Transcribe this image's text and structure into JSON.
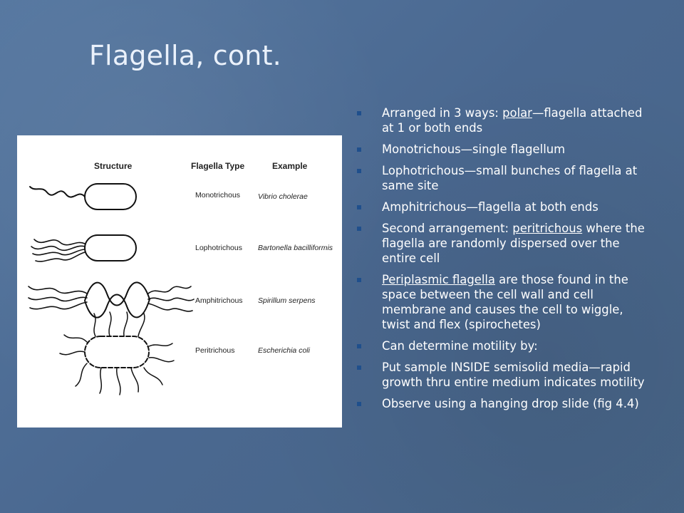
{
  "slide": {
    "title": "Flagella, cont."
  },
  "figure": {
    "headers": {
      "structure": "Structure",
      "type": "Flagella Type",
      "example": "Example"
    },
    "rows": [
      {
        "type": "Monotrichous",
        "example": "Vibrio cholerae"
      },
      {
        "type": "Lophotrichous",
        "example": "Bartonella bacilliformis"
      },
      {
        "type": "Amphitrichous",
        "example": "Spirillum serpens"
      },
      {
        "type": "Peritrichous",
        "example": "Escherichia coli"
      }
    ]
  },
  "bullets": [
    {
      "pre": "Arranged in 3 ways: ",
      "u": "polar",
      "post": "—flagella attached at 1 or both ends"
    },
    {
      "pre": "Monotrichous—single flagellum",
      "u": "",
      "post": ""
    },
    {
      "pre": "Lophotrichous—small bunches of flagella at same site",
      "u": "",
      "post": ""
    },
    {
      "pre": "Amphitrichous—flagella at both ends",
      "u": "",
      "post": ""
    },
    {
      "pre": "Second arrangement:  ",
      "u": "peritrichous",
      "post": " where the flagella are randomly dispersed over the entire cell"
    },
    {
      "pre": "",
      "u": "Periplasmic flagella",
      "post": " are those found in the space between the cell wall and cell membrane and causes the cell to wiggle, twist and flex (spirochetes)"
    },
    {
      "pre": "Can determine motility by:",
      "u": "",
      "post": ""
    },
    {
      "pre": "Put sample INSIDE semisolid media—rapid growth thru entire medium indicates motility",
      "u": "",
      "post": ""
    },
    {
      "pre": "Observe using a hanging drop slide (fig 4.4)",
      "u": "",
      "post": ""
    }
  ],
  "colors": {
    "background": "#4f6f95",
    "title": "#eaf1fb",
    "bullet_text": "#ffffff",
    "bullet_marker": "#1f4f8c"
  }
}
